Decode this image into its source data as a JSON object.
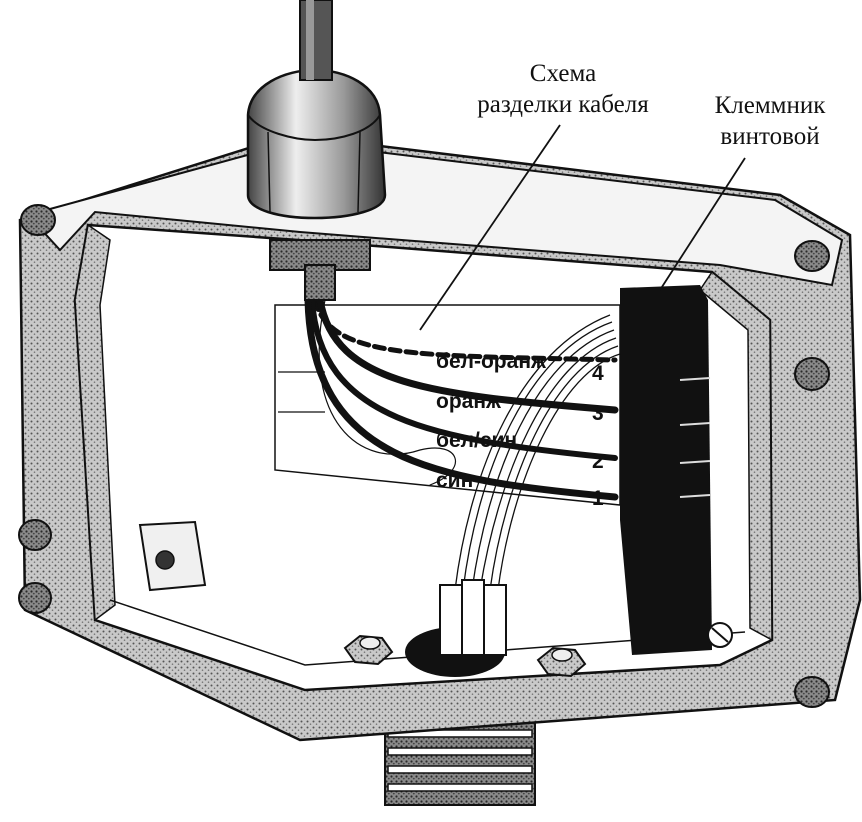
{
  "callouts": {
    "scheme": {
      "line1": "Схема",
      "line2": "разделки кабеля"
    },
    "terminal": {
      "line1": "Клеммник",
      "line2": "винтовой"
    }
  },
  "scheme_card": {
    "wires": [
      {
        "label": "бел-оранж",
        "terminal": "4"
      },
      {
        "label": "оранж",
        "terminal": "3"
      },
      {
        "label": "бел/син",
        "terminal": "2"
      },
      {
        "label": "син",
        "terminal": "1"
      }
    ]
  },
  "colors": {
    "ink": "#111111",
    "shading": "#8f8f8f",
    "paper": "#ffffff"
  }
}
